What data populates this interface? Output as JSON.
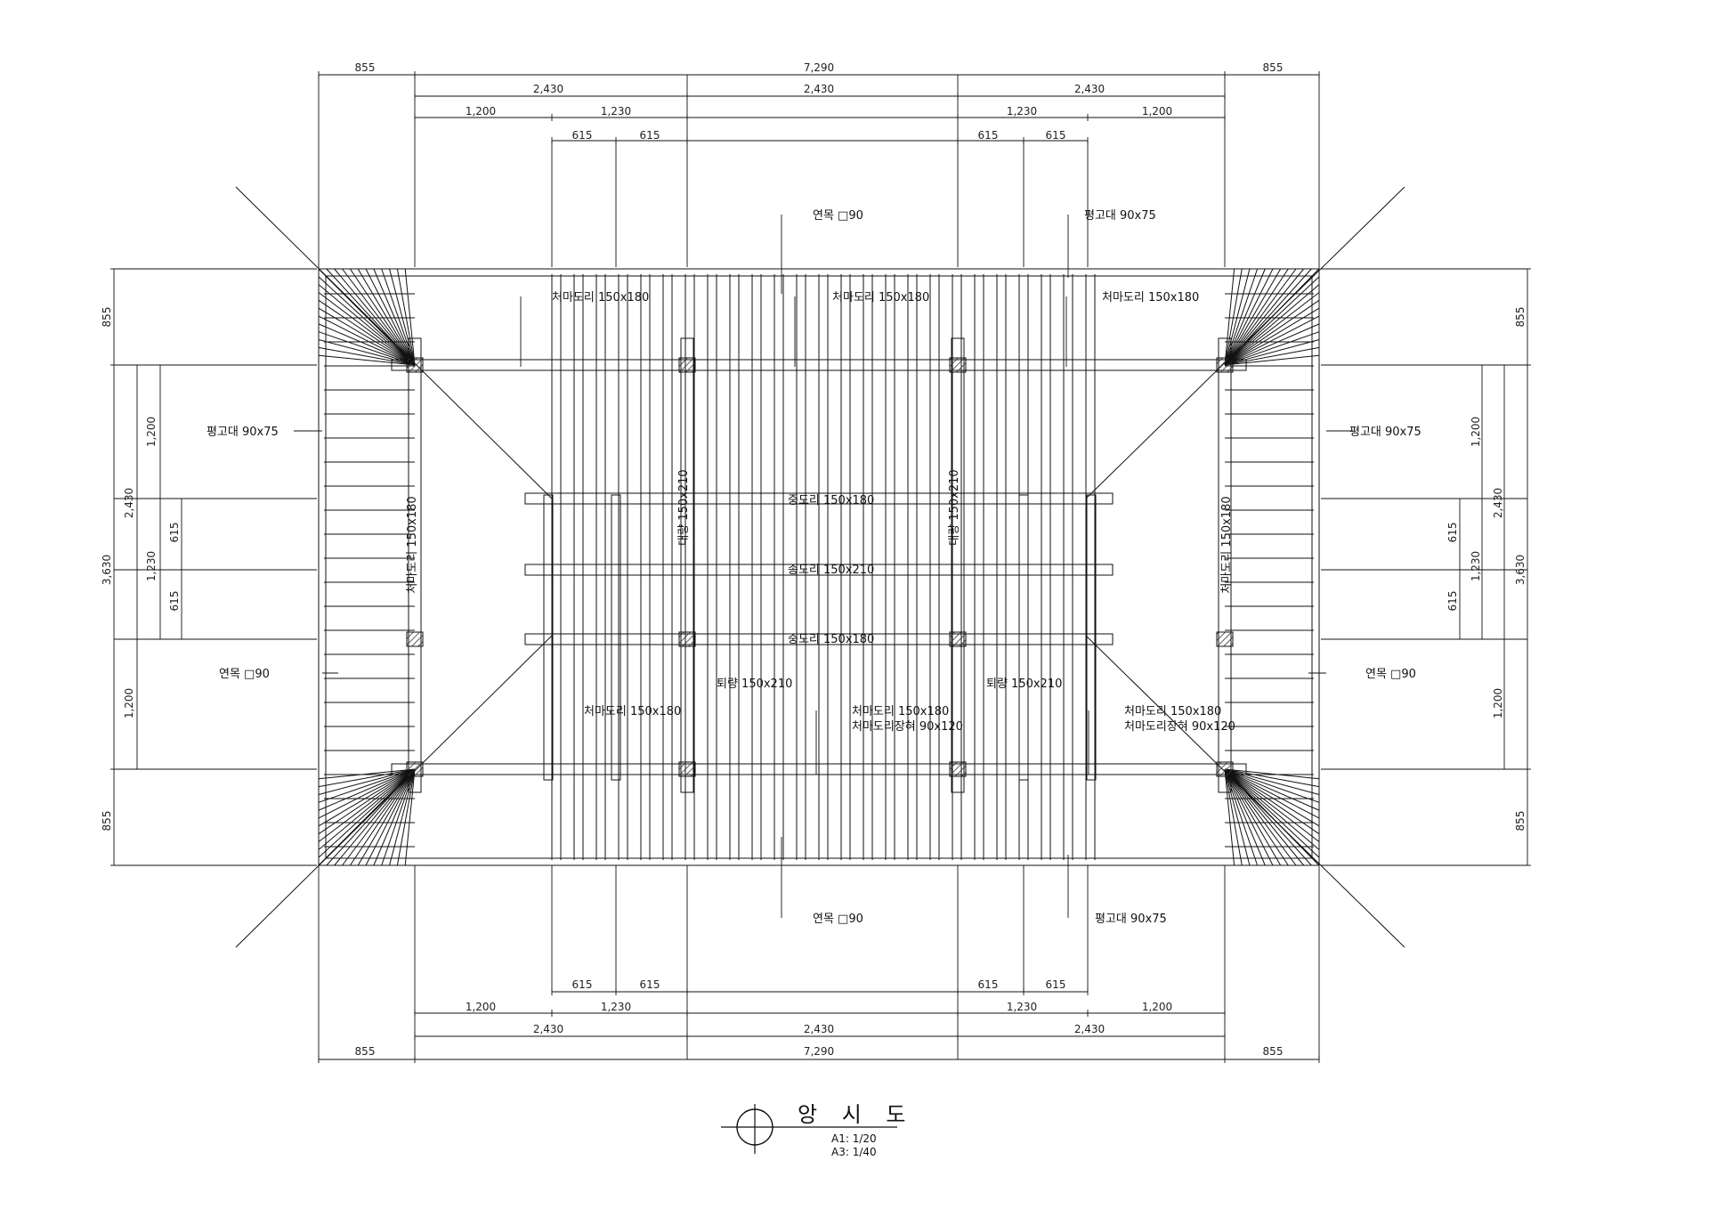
{
  "title": "앙 시 도",
  "scales": [
    "A1: 1/20",
    "A3: 1/40"
  ],
  "dims_top": {
    "row1": [
      "855",
      "7,290",
      "855"
    ],
    "row2": [
      "2,430",
      "2,430",
      "2,430"
    ],
    "row3": [
      "1,200",
      "1,230",
      "1,230",
      "1,200"
    ],
    "row4": [
      "615",
      "615",
      "615",
      "615"
    ]
  },
  "dims_bottom": {
    "row4": [
      "615",
      "615",
      "615",
      "615"
    ],
    "row3": [
      "1,200",
      "1,230",
      "1,230",
      "1,200"
    ],
    "row2": [
      "2,430",
      "2,430",
      "2,430"
    ],
    "row1": [
      "855",
      "7,290",
      "855"
    ]
  },
  "dims_left": {
    "outer": [
      "855",
      "3,630",
      "855"
    ],
    "mid": [
      "2,430",
      "1,200"
    ],
    "inner": [
      "1,200",
      "1,230"
    ],
    "small": [
      "615",
      "615"
    ]
  },
  "dims_right": {
    "outer": [
      "855",
      "3,630",
      "855"
    ],
    "mid": [
      "2,430",
      "1,200"
    ],
    "inner": [
      "1,200",
      "1,230"
    ],
    "small": [
      "615",
      "615"
    ]
  },
  "labels": {
    "rafter_top": "연목 □90",
    "board_top": "평고대 90x75",
    "purlin_top1": "처마도리 150x180",
    "purlin_top2": "처마도리 150x180",
    "purlin_top3": "처마도리 150x180",
    "board_left": "평고대  90x75",
    "board_right": "평고대  90x75",
    "rafter_left": "연목  □90",
    "rafter_right": "연목  □90",
    "purlin_vert_left": "처마도리 150x180",
    "purlin_vert_right": "처마도리 150x180",
    "beam_vert_left": "대량 150x210",
    "beam_vert_right": "대량 150x210",
    "mid_purlin_1": "중도리 150x180",
    "ridge": "종도리 150x210",
    "mid_purlin_2": "중도리 150x180",
    "toeryang_left": "퇴량 150x210",
    "toeryang_right": "퇴량 150x210",
    "purlin_bottom_left": "처마도리 150x180",
    "purlin_bottom_mid1": "처마도리 150x180",
    "purlin_bottom_mid2": "처마도리장혀 90x120",
    "purlin_bottom_right1": "처마도리 150x180",
    "purlin_bottom_right2": "처마도리장혀 90x120",
    "rafter_bottom": "연목 □90",
    "board_bottom": "평고대 90x75"
  },
  "colors": {
    "line": "#111111",
    "hatch": "#333333",
    "paper": "#ffffff"
  }
}
